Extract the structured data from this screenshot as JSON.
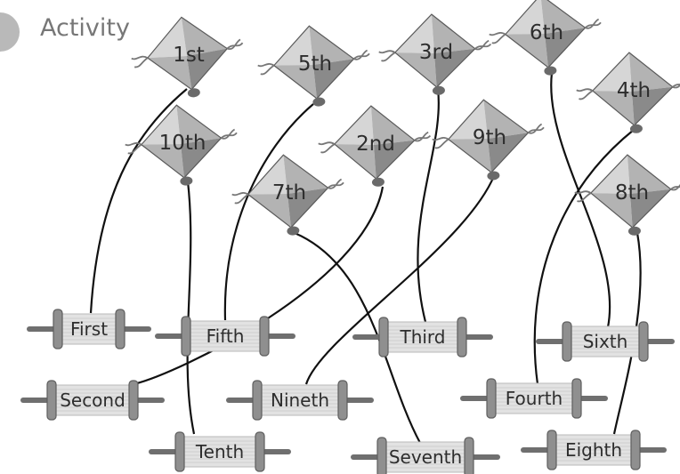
{
  "header": {
    "title": "Activity"
  },
  "kites": [
    {
      "id": "k1",
      "label": "1st"
    },
    {
      "id": "k5",
      "label": "5th"
    },
    {
      "id": "k3",
      "label": "3rd"
    },
    {
      "id": "k6",
      "label": "6th"
    },
    {
      "id": "k4",
      "label": "4th"
    },
    {
      "id": "k10",
      "label": "10th"
    },
    {
      "id": "k2",
      "label": "2nd"
    },
    {
      "id": "k9",
      "label": "9th"
    },
    {
      "id": "k7",
      "label": "7th"
    },
    {
      "id": "k8",
      "label": "8th"
    }
  ],
  "spools": [
    {
      "id": "first",
      "label": "First"
    },
    {
      "id": "fifth",
      "label": "Fifth"
    },
    {
      "id": "third",
      "label": "Third"
    },
    {
      "id": "sixth",
      "label": "Sixth"
    },
    {
      "id": "second",
      "label": "Second"
    },
    {
      "id": "nineth",
      "label": "Nineth"
    },
    {
      "id": "fourth",
      "label": "Fourth"
    },
    {
      "id": "tenth",
      "label": "Tenth"
    },
    {
      "id": "seventh",
      "label": "Seventh"
    },
    {
      "id": "eighth",
      "label": "Eighth"
    }
  ],
  "matches": [
    {
      "kite": "1st",
      "spool": "First"
    },
    {
      "kite": "5th",
      "spool": "Fifth"
    },
    {
      "kite": "3rd",
      "spool": "Third"
    },
    {
      "kite": "6th",
      "spool": "Sixth"
    },
    {
      "kite": "4th",
      "spool": "Fourth"
    },
    {
      "kite": "10th",
      "spool": "Tenth"
    },
    {
      "kite": "2nd",
      "spool": "Second"
    },
    {
      "kite": "9th",
      "spool": "Nineth"
    },
    {
      "kite": "7th",
      "spool": "Seventh"
    },
    {
      "kite": "8th",
      "spool": "Eighth"
    }
  ],
  "colors": {
    "kite_light": "#d6d6d6",
    "kite_mid": "#b3b3b3",
    "kite_dark": "#8a8a8a",
    "string": "#111111",
    "spool_body": "#e2e2e2",
    "spool_flange": "#8f8f8f"
  }
}
